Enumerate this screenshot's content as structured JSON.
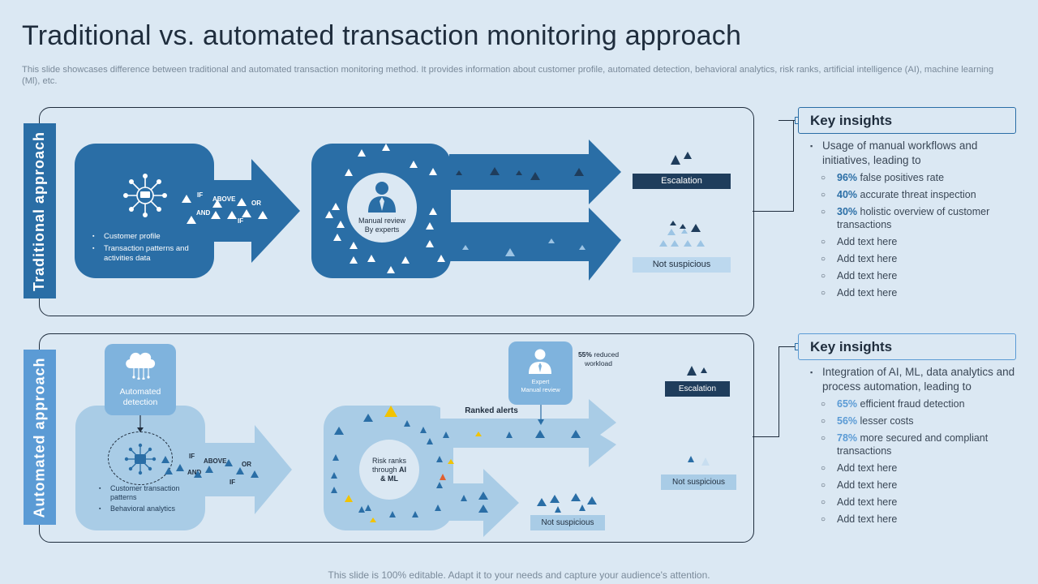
{
  "title": "Traditional vs. automated transaction monitoring approach",
  "subtitle": "This slide showcases difference between traditional and automated transaction monitoring method. It provides information about customer profile, automated detection, behavioral analytics, risk ranks, artificial intelligence (AI), machine learning (Ml), etc.",
  "traditional": {
    "side_label": "Traditional approach",
    "inputs": [
      "Customer profile",
      "Transaction patterns and activities data"
    ],
    "logic_tags": {
      "if1": "IF",
      "above": "ABOVE",
      "or": "OR",
      "and": "AND",
      "if2": "IF"
    },
    "review_label_1": "Manual review",
    "review_label_2": "By experts",
    "escalation": "Escalation",
    "not_suspicious": "Not suspicious"
  },
  "automated": {
    "side_label": "Automated approach",
    "detection_label_1": "Automated",
    "detection_label_2": "detection",
    "inputs": [
      "Customer transaction patterns",
      "Behavioral analytics"
    ],
    "logic_tags": {
      "if1": "IF",
      "above": "ABOVE",
      "or": "OR",
      "and": "AND",
      "if2": "IF"
    },
    "risk_label_1": "Risk ranks",
    "risk_label_2": "through",
    "risk_label_ai": "AI",
    "risk_label_3": "& ML",
    "ranked_alerts": "Ranked alerts",
    "expert_label_1": "Expert",
    "expert_label_2": "Manual  review",
    "reduced_pct": "55%",
    "reduced_text_1": "reduced",
    "reduced_text_2": "workload",
    "escalation": "Escalation",
    "not_suspicious_top": "Not suspicious",
    "not_suspicious_bottom": "Not suspicious"
  },
  "insights_top": {
    "heading": "Key insights",
    "main": "Usage of manual workflows and initiatives, leading to",
    "items": [
      {
        "pct": "96%",
        "text": " false positives rate"
      },
      {
        "pct": "40%",
        "text": " accurate threat inspection"
      },
      {
        "pct": "30%",
        "text": " holistic overview  of customer transactions"
      },
      {
        "pct": "",
        "text": "Add text here"
      },
      {
        "pct": "",
        "text": "Add text here"
      },
      {
        "pct": "",
        "text": "Add text here"
      },
      {
        "pct": "",
        "text": "Add text here"
      }
    ]
  },
  "insights_bottom": {
    "heading": "Key insights",
    "main": "Integration of AI, ML, data analytics and process automation, leading to",
    "items": [
      {
        "pct": "65%",
        "text": " efficient fraud detection"
      },
      {
        "pct": "56%",
        "text": " lesser costs"
      },
      {
        "pct": "78%",
        "text": " more secured and compliant transactions"
      },
      {
        "pct": "",
        "text": "Add text here"
      },
      {
        "pct": "",
        "text": "Add text here"
      },
      {
        "pct": "",
        "text": "Add text here"
      },
      {
        "pct": "",
        "text": "Add text here"
      }
    ]
  },
  "footer": "This slide is 100% editable. Adapt it to your needs and capture your audience's attention.",
  "colors": {
    "dark_blue": "#2a6ea6",
    "navy": "#1f3d5c",
    "light_blue": "#a9cce6",
    "accent_pct_top": "#2a6ea6",
    "accent_pct_bottom": "#5b9bd5"
  }
}
